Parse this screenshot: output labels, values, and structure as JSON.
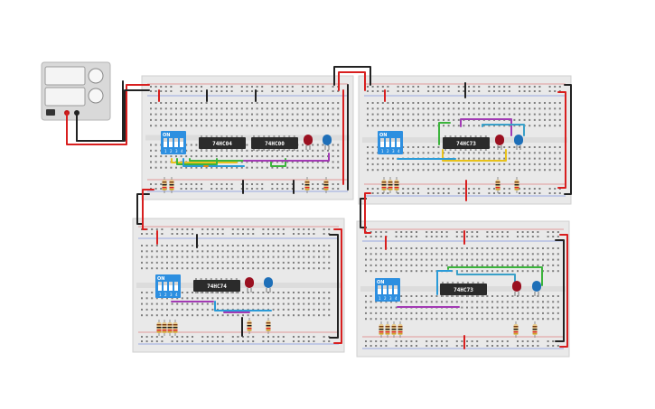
{
  "power_supply": {
    "name": "DC power supply"
  },
  "boards": [
    {
      "id": "top-left",
      "chips": [
        "74HC04",
        "74HC00"
      ],
      "dip": {
        "on_label": "ON",
        "switch_numbers": [
          "1",
          "2",
          "3",
          "4"
        ]
      },
      "leds": [
        "red",
        "blue"
      ]
    },
    {
      "id": "top-right",
      "chips": [
        "74HC73"
      ],
      "dip": {
        "on_label": "ON",
        "switch_numbers": [
          "1",
          "2",
          "3",
          "4"
        ]
      },
      "leds": [
        "red",
        "blue"
      ]
    },
    {
      "id": "bottom-left",
      "chips": [
        "74HC74"
      ],
      "dip": {
        "on_label": "ON",
        "switch_numbers": [
          "1",
          "2",
          "3",
          "4"
        ]
      },
      "leds": [
        "red",
        "blue"
      ]
    },
    {
      "id": "bottom-right",
      "chips": [
        "74HC73"
      ],
      "dip": {
        "on_label": "ON",
        "switch_numbers": [
          "1",
          "2",
          "3",
          "4"
        ]
      },
      "leds": [
        "red",
        "blue"
      ]
    }
  ],
  "colors": {
    "wire_red": "#d81f1f",
    "wire_black": "#222222",
    "wire_green": "#3cb43c",
    "wire_yellow": "#e8c21c",
    "wire_blue": "#2a9bd8",
    "wire_purple": "#a23ab4",
    "wire_orange": "#e88a1c",
    "wire_teal": "#3aa0c8",
    "led_red": "#9a1020",
    "led_blue": "#1e6fb8",
    "dip_body": "#2d8fe0",
    "chip_body": "#2b2b2b",
    "breadboard": "#e9e9e9"
  }
}
